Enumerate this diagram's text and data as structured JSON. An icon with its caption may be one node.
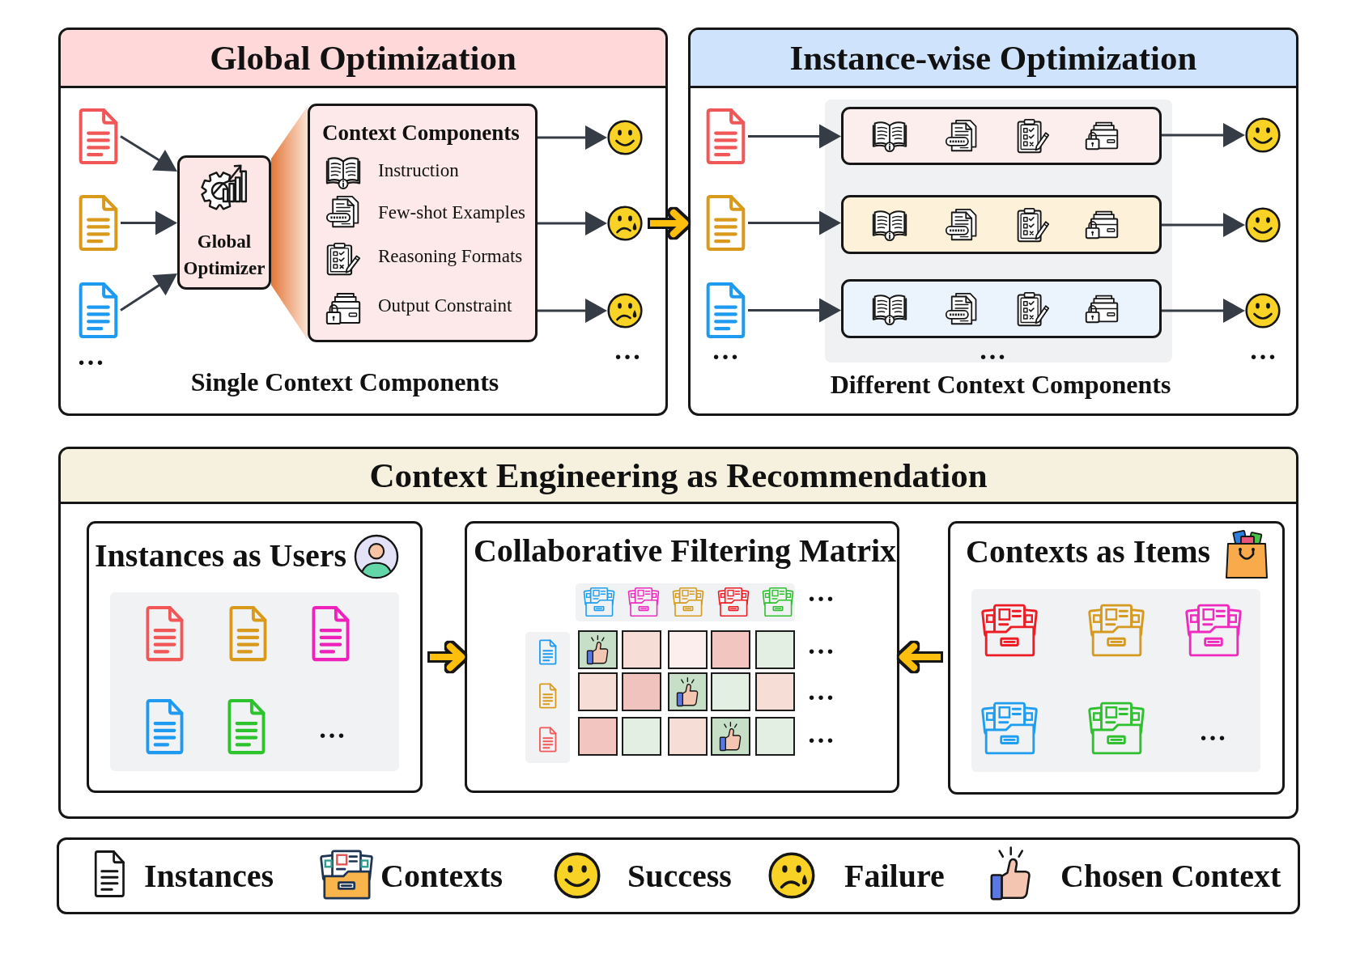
{
  "diagram": {
    "nodes": [
      {
        "text": [
          "Global Optimization",
          "Single Context Components"
        ]
      },
      {
        "text": [],
        "shape": "document",
        "in": 0
      },
      {
        "text": [],
        "shape": "document",
        "in": 0
      },
      {
        "text": [],
        "shape": "document",
        "in": 0
      },
      {
        "text": [
          "Global Optimizer"
        ],
        "in": 0
      },
      {
        "text": [
          "Context Components",
          "Instruction",
          "Few-shot Examples",
          "Reasoning Formats",
          "Output Constraint"
        ],
        "in": 0
      },
      {
        "text": [],
        "shape": "smiley",
        "in": 0
      },
      {
        "text": [],
        "shape": "frown",
        "in": 0
      },
      {
        "text": [],
        "shape": "frown",
        "in": 0
      },
      {
        "text": [
          "Instance-wise Optimization",
          "Different Context Components"
        ]
      },
      {
        "text": [],
        "shape": "document",
        "in": 9
      },
      {
        "text": [],
        "shape": "document",
        "in": 9
      },
      {
        "text": [],
        "shape": "document",
        "in": 9
      },
      {
        "text": [],
        "shape": "box",
        "in": 9
      },
      {
        "text": [],
        "shape": "box",
        "in": 13
      },
      {
        "text": [],
        "shape": "box",
        "in": 13
      },
      {
        "text": [],
        "shape": "box",
        "in": 13
      },
      {
        "text": [],
        "shape": "smiley",
        "in": 9
      },
      {
        "text": [],
        "shape": "smiley",
        "in": 9
      },
      {
        "text": [],
        "shape": "smiley",
        "in": 9
      },
      {
        "text": [
          "Context Engineering as Recommendation"
        ]
      },
      {
        "text": [
          "Instances as Users"
        ],
        "in": 20
      },
      {
        "text": [
          "Collaborative Filtering Matrix"
        ],
        "in": 20
      },
      {
        "text": [
          "Contexts as Items"
        ],
        "in": 20
      },
      {
        "text": [],
        "shape": "trapezoid",
        "in": 0
      }
    ],
    "edges": [
      {
        "from": 1,
        "to": 4,
        "arrow": "to"
      },
      {
        "from": 2,
        "to": 4,
        "arrow": "to"
      },
      {
        "from": 3,
        "to": 4,
        "arrow": "to"
      },
      {
        "from": 5,
        "to": 6,
        "arrow": "to"
      },
      {
        "from": 5,
        "to": 7,
        "arrow": "to"
      },
      {
        "from": 5,
        "to": 8,
        "arrow": "to"
      },
      {
        "from": 7,
        "to": 9,
        "arrow": "to",
        "style": "thick",
        "color": "#fcbf0e"
      },
      {
        "from": 10,
        "to": 14,
        "arrow": "to"
      },
      {
        "from": 11,
        "to": 15,
        "arrow": "to"
      },
      {
        "from": 12,
        "to": 16,
        "arrow": "to"
      },
      {
        "from": 14,
        "to": 17,
        "arrow": "to"
      },
      {
        "from": 15,
        "to": 18,
        "arrow": "to"
      },
      {
        "from": 16,
        "to": 19,
        "arrow": "to"
      },
      {
        "from": 21,
        "to": 22,
        "arrow": "to",
        "style": "thick",
        "color": "#fcbf0e"
      },
      {
        "from": 23,
        "to": 22,
        "arrow": "to",
        "style": "thick",
        "color": "#fcbf0e"
      }
    ],
    "labels": [
      "…",
      "…",
      "…",
      "…",
      "…",
      "…",
      "…",
      "…",
      "…",
      "…",
      "…"
    ],
    "legend": [
      {
        "text": "Instances"
      },
      {
        "text": "Contexts"
      },
      {
        "text": "Success"
      },
      {
        "text": "Failure"
      },
      {
        "text": "Chosen Context"
      }
    ]
  }
}
